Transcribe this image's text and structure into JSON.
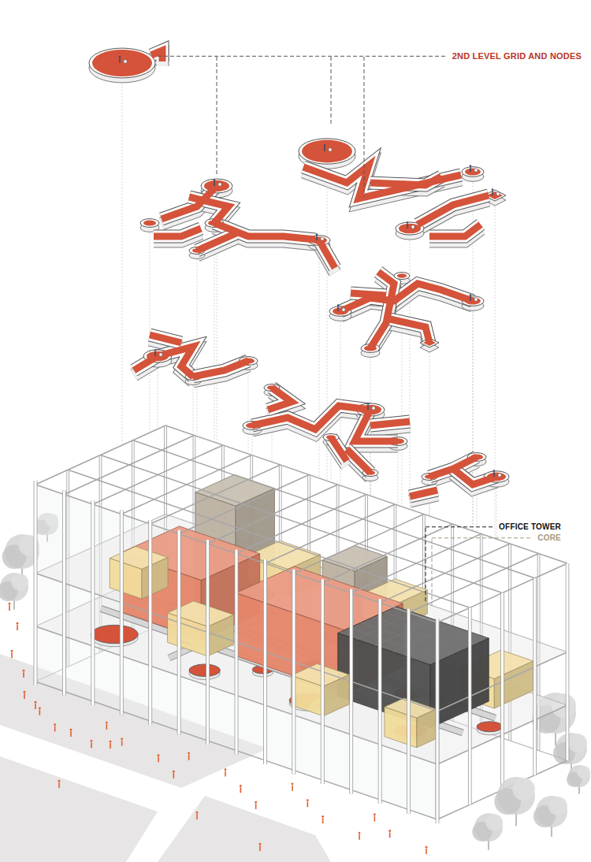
{
  "diagram": {
    "labels": [
      "2ND LEVEL GRID AND NODES",
      "OFFICE TOWER",
      "CORE"
    ]
  }
}
